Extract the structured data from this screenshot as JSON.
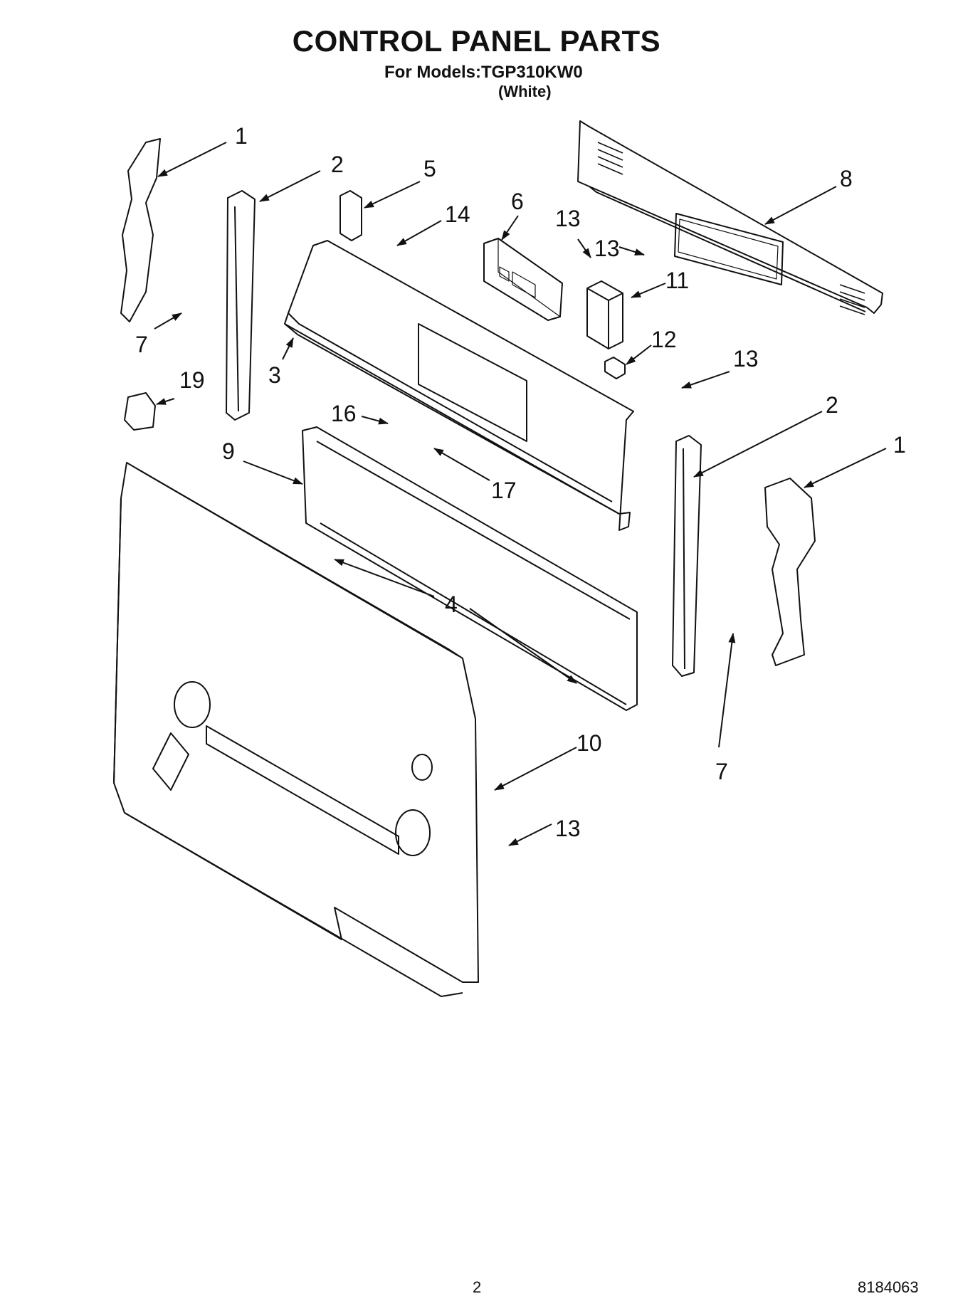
{
  "header": {
    "title": "CONTROL PANEL PARTS",
    "models_line": "For Models:TGP310KW0",
    "color_line": "(White)"
  },
  "callouts": [
    {
      "id": "c1a",
      "label": "1"
    },
    {
      "id": "c2a",
      "label": "2"
    },
    {
      "id": "c5",
      "label": "5"
    },
    {
      "id": "c14",
      "label": "14"
    },
    {
      "id": "c6",
      "label": "6"
    },
    {
      "id": "c13a",
      "label": "13"
    },
    {
      "id": "c13b",
      "label": "13"
    },
    {
      "id": "c8",
      "label": "8"
    },
    {
      "id": "c11",
      "label": "11"
    },
    {
      "id": "c12",
      "label": "12"
    },
    {
      "id": "c13c",
      "label": "13"
    },
    {
      "id": "c7a",
      "label": "7"
    },
    {
      "id": "c3",
      "label": "3"
    },
    {
      "id": "c19",
      "label": "19"
    },
    {
      "id": "c16",
      "label": "16"
    },
    {
      "id": "c17",
      "label": "17"
    },
    {
      "id": "c9",
      "label": "9"
    },
    {
      "id": "c2b",
      "label": "2"
    },
    {
      "id": "c1b",
      "label": "1"
    },
    {
      "id": "c4",
      "label": "4"
    },
    {
      "id": "c10",
      "label": "10"
    },
    {
      "id": "c7b",
      "label": "7"
    },
    {
      "id": "c13d",
      "label": "13"
    }
  ],
  "footer": {
    "page_number": "2",
    "doc_number": "8184063"
  }
}
